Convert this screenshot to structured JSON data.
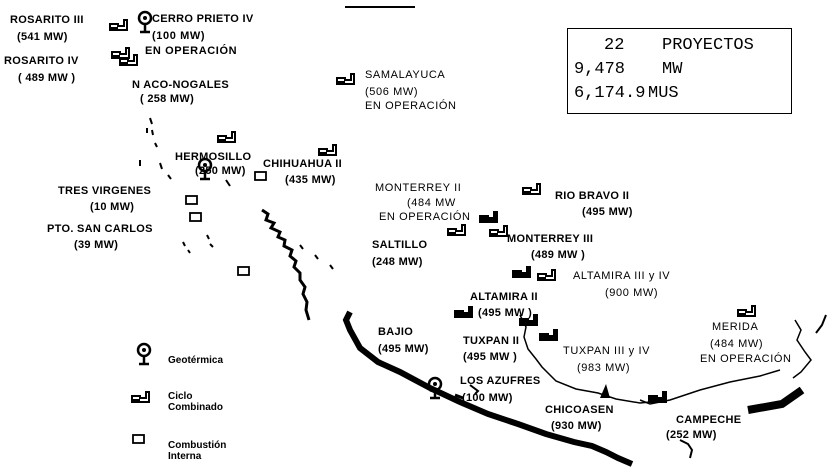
{
  "summary": {
    "count": "22",
    "count_unit": "PROYECTOS",
    "capacity": "9,478",
    "capacity_unit": "MW",
    "investment": "6,174.9",
    "investment_unit": "MUS"
  },
  "projects": {
    "rosarito_iii": {
      "name": "ROSARITO III",
      "mw": "(541 MW)"
    },
    "rosarito_iv": {
      "name": "ROSARITO IV",
      "mw": "( 489 MW )"
    },
    "cerro_prieto_iv": {
      "name": "CERRO PRIETO IV",
      "mw": "(100 MW)",
      "status": "EN OPERACIÓN"
    },
    "naco_nogales": {
      "name": "N ACO-NOGALES",
      "mw": "( 258 MW)"
    },
    "samalayuca": {
      "name": "SAMALAYUCA",
      "mw": "(506 MW)",
      "status": "EN OPERACIÓN"
    },
    "hermosillo": {
      "name": "HERMOSILLO",
      "mw": "(250 MW)"
    },
    "chihuahua_ii": {
      "name": "CHIHUAHUA II",
      "mw": "(435 MW)"
    },
    "tres_virgenes": {
      "name": "TRES VIRGENES",
      "mw": "(10 MW)"
    },
    "pto_san_carlos": {
      "name": "PTO. SAN CARLOS",
      "mw": "(39 MW)"
    },
    "monterrey_ii": {
      "name": "MONTERREY II",
      "mw": "(484 MW",
      "status": "EN OPERACIÓN"
    },
    "rio_bravo_ii": {
      "name": "RIO BRAVO II",
      "mw": "(495 MW)"
    },
    "saltillo": {
      "name": "SALTILLO",
      "mw": "(248 MW)"
    },
    "monterrey_iii": {
      "name": "MONTERREY III",
      "mw": "(489 MW )"
    },
    "altamira_iii_iv": {
      "name": "ALTAMIRA III y IV",
      "mw": "(900 MW)"
    },
    "altamira_ii": {
      "name": "ALTAMIRA II",
      "mw": "(495 MW )"
    },
    "bajio": {
      "name": "BAJIO",
      "mw": "(495 MW)"
    },
    "tuxpan_ii": {
      "name": "TUXPAN II",
      "mw": "(495 MW )"
    },
    "tuxpan_iii_iv": {
      "name": "TUXPAN III y IV",
      "mw": "(983 MW)"
    },
    "merida": {
      "name": "MERIDA",
      "mw": "(484 MW)",
      "status": "EN OPERACIÓN"
    },
    "los_azufres": {
      "name": "LOS AZUFRES",
      "mw": "(100 MW)"
    },
    "chicoasen": {
      "name": "CHICOASEN",
      "mw": "(930 MW)"
    },
    "campeche": {
      "name": "CAMPECHE",
      "mw": "(252 MW)"
    }
  },
  "legend": {
    "geothermal": "Geotérmica",
    "combined_l1": "Ciclo",
    "combined_l2": "Combinado",
    "internal_l1": "Combustión",
    "internal_l2": "Interna"
  },
  "icons": [
    "geothermal-icon",
    "combined-cycle-icon",
    "internal-combustion-icon"
  ],
  "colors": {
    "ink": "#000000",
    "paper": "#ffffff"
  }
}
